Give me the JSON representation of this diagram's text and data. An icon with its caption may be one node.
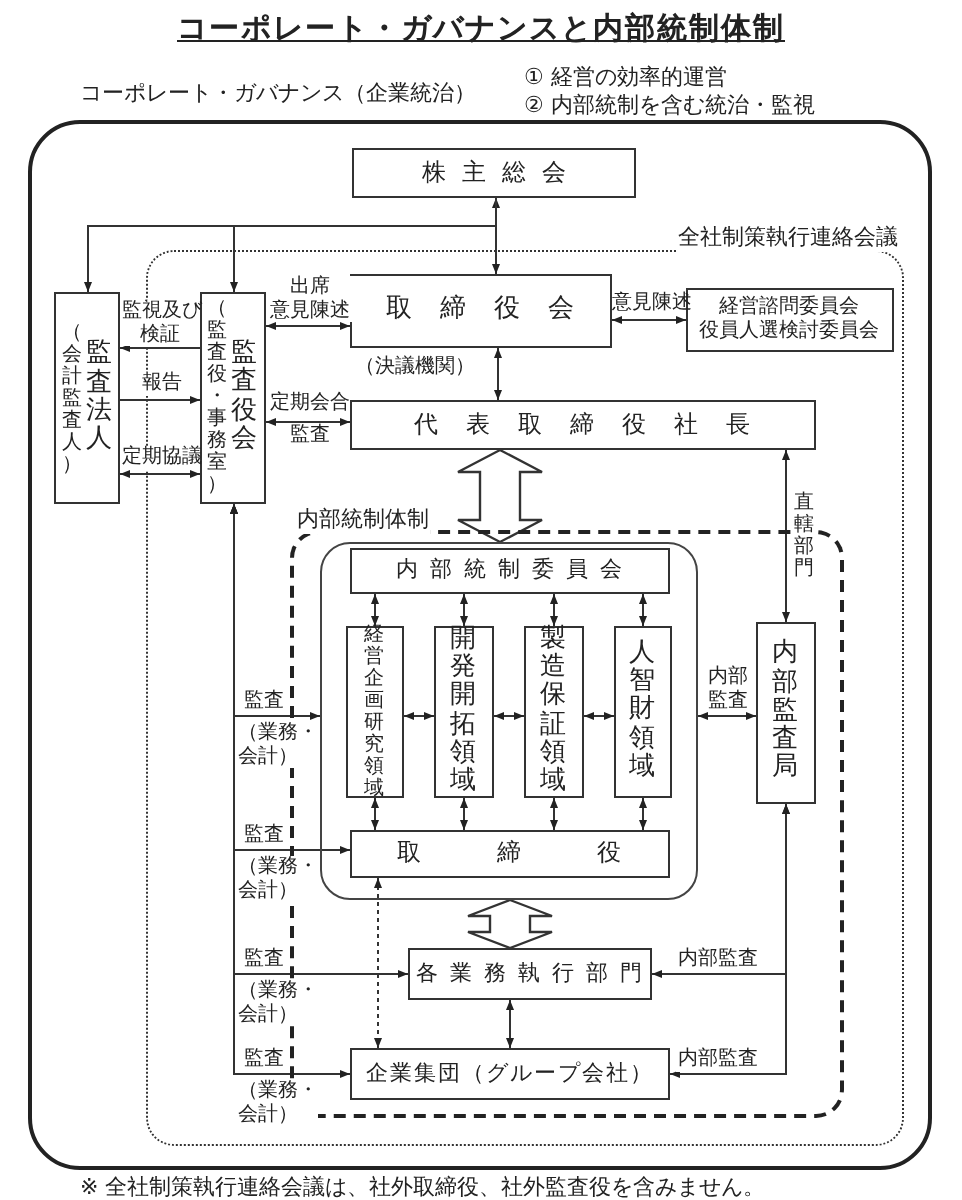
{
  "diagram": {
    "title": "コーポレート・ガバナンスと内部統制体制",
    "caption": "※ 全社制策執行連絡会議は、社外取締役、社外監査役を含みません。",
    "nodes": [
      {
        "text": [],
        "shape": "box"
      },
      {
        "text": [
          "株主総会"
        ],
        "in": 0
      },
      {
        "text": [
          "全社制策執行連絡会議"
        ],
        "in": 0
      },
      {
        "text": [
          "（会計監査人）",
          "監査法人"
        ],
        "in": 0
      },
      {
        "text": [
          "（監査役・事務室）",
          "監査役会"
        ],
        "in": 2
      },
      {
        "text": [
          "取締役会"
        ],
        "beside": [
          "（決議機関）"
        ],
        "in": 2
      },
      {
        "text": [
          "経営諮問委員会",
          "役員人選検討委員会"
        ],
        "in": 2
      },
      {
        "text": [
          "代表取締役社長"
        ],
        "in": 2
      },
      {
        "text": [
          "内部統制体制"
        ],
        "in": 2
      },
      {
        "text": [],
        "shape": "box",
        "in": 8
      },
      {
        "text": [
          "内部統制委員会"
        ],
        "in": 9
      },
      {
        "text": [
          "経営企画研究領域"
        ],
        "in": 9
      },
      {
        "text": [
          "開発開拓領域"
        ],
        "in": 9
      },
      {
        "text": [
          "製造保証領域"
        ],
        "in": 9
      },
      {
        "text": [
          "人智財領域"
        ],
        "in": 9
      },
      {
        "text": [
          "取締役"
        ],
        "in": 9
      },
      {
        "text": [
          "内部監査局"
        ],
        "in": 8
      },
      {
        "text": [
          "各業務執行部門"
        ],
        "in": 8
      },
      {
        "text": [
          "企業集団（グループ会社）"
        ],
        "in": 8
      }
    ],
    "edges": [
      {
        "from": 1,
        "to": 5,
        "arrow": "both"
      },
      {
        "from": 1,
        "to": 3,
        "arrow": "to"
      },
      {
        "from": 1,
        "to": 4,
        "arrow": "to"
      },
      {
        "from": 4,
        "to": 3,
        "arrow": "to",
        "label": "監視及び検証"
      },
      {
        "from": 3,
        "to": 4,
        "arrow": "to",
        "label": "報告"
      },
      {
        "from": 3,
        "to": 4,
        "arrow": "both",
        "label": "定期協議"
      },
      {
        "from": 4,
        "to": 5,
        "arrow": "both",
        "label": "出席意見陳述"
      },
      {
        "from": 4,
        "to": 7,
        "arrow": "both",
        "label": "定期会合監査"
      },
      {
        "from": 5,
        "to": 6,
        "arrow": "both",
        "label": "意見陳述"
      },
      {
        "from": 5,
        "to": 7,
        "arrow": "both"
      },
      {
        "from": 7,
        "to": 9,
        "arrow": "both",
        "style": "thick"
      },
      {
        "from": 7,
        "to": 16,
        "arrow": "both",
        "label": "直轄部門"
      },
      {
        "from": 10,
        "to": 11,
        "arrow": "both"
      },
      {
        "from": 10,
        "to": 12,
        "arrow": "both"
      },
      {
        "from": 10,
        "to": 13,
        "arrow": "both"
      },
      {
        "from": 10,
        "to": 14,
        "arrow": "both"
      },
      {
        "from": 11,
        "to": 12,
        "arrow": "both"
      },
      {
        "from": 12,
        "to": 13,
        "arrow": "both"
      },
      {
        "from": 13,
        "to": 14,
        "arrow": "both"
      },
      {
        "from": 11,
        "to": 15,
        "arrow": "both"
      },
      {
        "from": 12,
        "to": 15,
        "arrow": "both"
      },
      {
        "from": 13,
        "to": 15,
        "arrow": "both"
      },
      {
        "from": 14,
        "to": 15,
        "arrow": "both"
      },
      {
        "from": 9,
        "to": 16,
        "arrow": "both",
        "label": "内部監査"
      },
      {
        "from": 9,
        "to": 17,
        "arrow": "both",
        "style": "thick"
      },
      {
        "from": 17,
        "to": 18,
        "arrow": "both"
      },
      {
        "from": 15,
        "to": 18,
        "arrow": "both",
        "style": "dashed"
      },
      {
        "from": 4,
        "to": 9,
        "arrow": "both",
        "label": "監査"
      },
      {
        "from": 4,
        "to": 15,
        "arrow": "both",
        "label": "監査"
      },
      {
        "from": 4,
        "to": 17,
        "arrow": "both",
        "label": "監査"
      },
      {
        "from": 4,
        "to": 18,
        "arrow": "both",
        "label": "監査"
      },
      {
        "from": 16,
        "to": 17,
        "arrow": "both",
        "label": "内部監査"
      },
      {
        "from": 16,
        "to": 18,
        "arrow": "both",
        "label": "内部監査"
      }
    ],
    "labels": [
      "コーポレート・ガバナンス（企業統治）",
      "① 経営の効率的運営",
      "② 内部統制を含む統治・監視",
      "（業務・会計）",
      "（業務・会計）",
      "（業務・会計）",
      "（業務・会計）"
    ]
  }
}
